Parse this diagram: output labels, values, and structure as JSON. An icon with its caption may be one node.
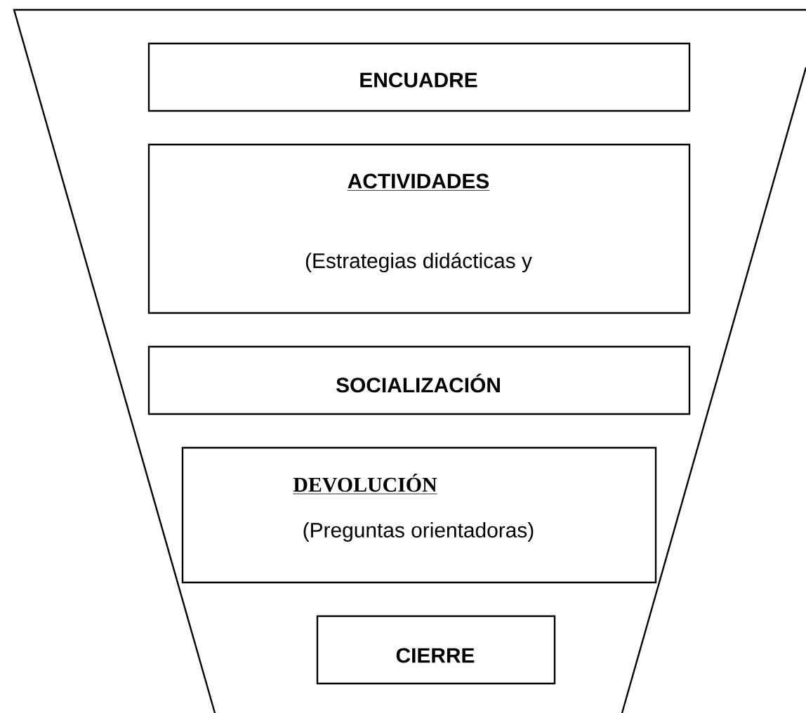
{
  "diagram": {
    "nodes": [
      {
        "text": [
          "ENCUADRE"
        ]
      },
      {
        "text": [
          "ACTIVIDADES",
          "(Estrategias didácticas y"
        ]
      },
      {
        "text": [
          "SOCIALIZACIÓN"
        ]
      },
      {
        "text": [
          "DEVOLUCIÓN",
          "(Preguntas orientadoras)"
        ]
      },
      {
        "text": [
          "CIERRE"
        ]
      }
    ]
  }
}
